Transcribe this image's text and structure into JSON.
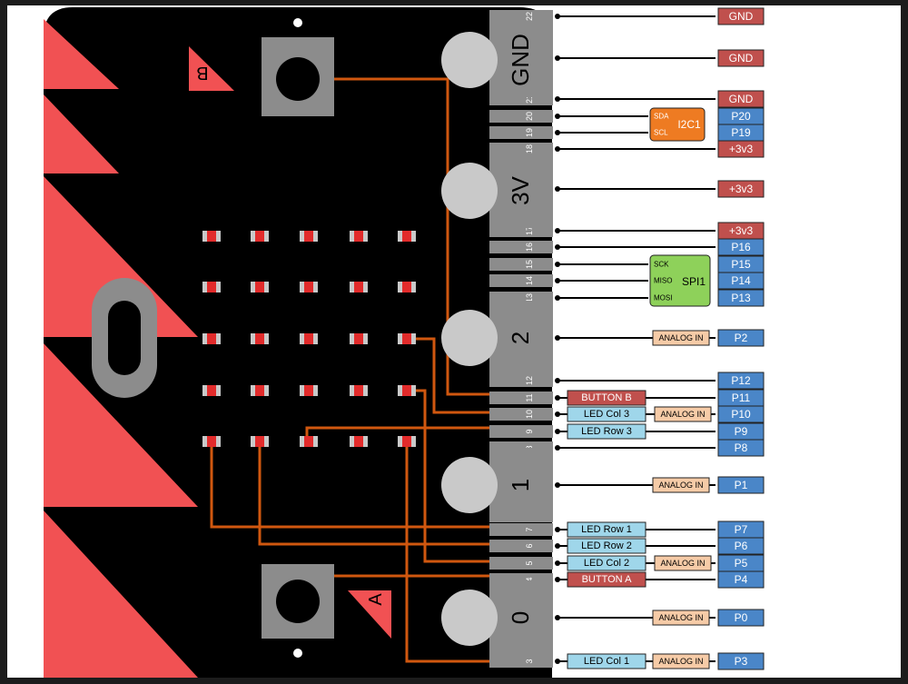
{
  "colors": {
    "board": "#000000",
    "accent_red": "#f15153",
    "gray": "#8c8c8c",
    "light_gray": "#c9c9c9",
    "trace": "#d0570f",
    "led": "#e22b2b",
    "power_label": "#c0504d",
    "pin_label": "#4a86c8",
    "orange_label": "#f6cba7",
    "blue_label": "#9fd6ea",
    "i2c": "#ee7b22",
    "spi": "#8ed15a"
  },
  "board": {
    "button_a_letter": "A",
    "button_b_letter": "B",
    "big_pads": [
      {
        "label": "GND",
        "name": "pad-gnd"
      },
      {
        "label": "3V",
        "name": "pad-3v"
      },
      {
        "label": "2",
        "name": "pad-2"
      },
      {
        "label": "1",
        "name": "pad-1"
      },
      {
        "label": "0",
        "name": "pad-0"
      }
    ],
    "edge_numbers": [
      "22",
      "21",
      "20",
      "19",
      "18",
      "17",
      "16",
      "15",
      "14",
      "13",
      "12",
      "11",
      "10",
      "9",
      "8",
      "7",
      "6",
      "5",
      "4",
      "3"
    ]
  },
  "pins": [
    {
      "label": "GND",
      "kind": "power"
    },
    {
      "label": "GND",
      "kind": "power"
    },
    {
      "label": "GND",
      "kind": "power"
    },
    {
      "label": "P20",
      "kind": "pin"
    },
    {
      "label": "P19",
      "kind": "pin"
    },
    {
      "label": "+3v3",
      "kind": "power"
    },
    {
      "label": "+3v3",
      "kind": "power"
    },
    {
      "label": "+3v3",
      "kind": "power"
    },
    {
      "label": "P16",
      "kind": "pin"
    },
    {
      "label": "P15",
      "kind": "pin"
    },
    {
      "label": "P14",
      "kind": "pin"
    },
    {
      "label": "P13",
      "kind": "pin"
    },
    {
      "label": "P2",
      "kind": "pin"
    },
    {
      "label": "P12",
      "kind": "pin"
    },
    {
      "label": "P11",
      "kind": "pin"
    },
    {
      "label": "P10",
      "kind": "pin"
    },
    {
      "label": "P9",
      "kind": "pin"
    },
    {
      "label": "P8",
      "kind": "pin"
    },
    {
      "label": "P1",
      "kind": "pin"
    },
    {
      "label": "P7",
      "kind": "pin"
    },
    {
      "label": "P6",
      "kind": "pin"
    },
    {
      "label": "P5",
      "kind": "pin"
    },
    {
      "label": "P4",
      "kind": "pin"
    },
    {
      "label": "P0",
      "kind": "pin"
    },
    {
      "label": "P3",
      "kind": "pin"
    }
  ],
  "analog_label": "ANALOG IN",
  "i2c": {
    "name": "I2C1",
    "sda": "SDA",
    "scl": "SCL"
  },
  "spi": {
    "name": "SPI1",
    "sck": "SCK",
    "miso": "MISO",
    "mosi": "MOSI"
  },
  "functions": [
    {
      "label": "BUTTON B",
      "kind": "red"
    },
    {
      "label": "LED Col 3",
      "kind": "blue"
    },
    {
      "label": "LED Row 3",
      "kind": "blue"
    },
    {
      "label": "LED Row 1",
      "kind": "blue"
    },
    {
      "label": "LED Row 2",
      "kind": "blue"
    },
    {
      "label": "LED Col 2",
      "kind": "blue"
    },
    {
      "label": "BUTTON A",
      "kind": "red"
    },
    {
      "label": "LED Col 1",
      "kind": "blue"
    }
  ]
}
